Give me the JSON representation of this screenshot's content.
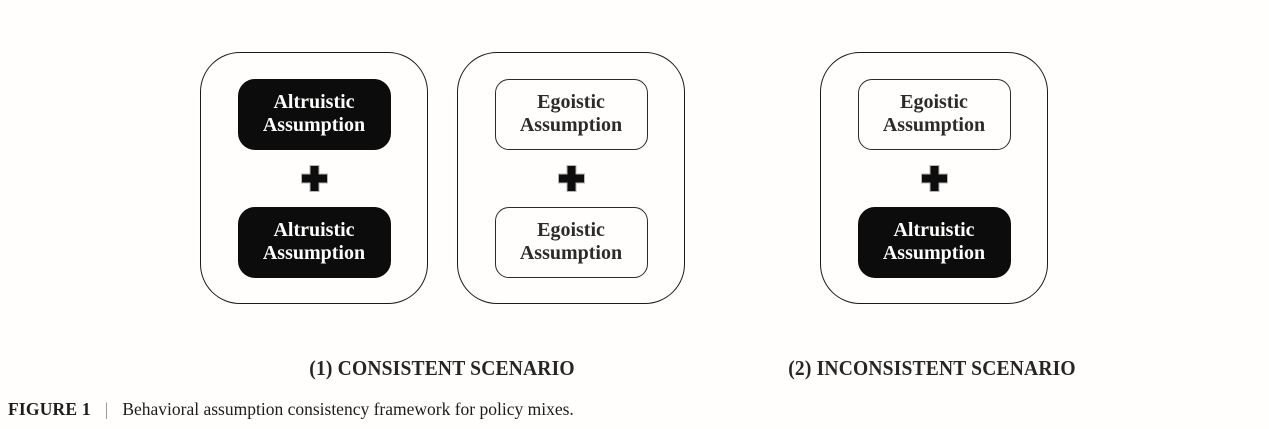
{
  "figure_caption": {
    "label": "FIGURE 1",
    "separator": "|",
    "text": "Behavioral assumption consistency framework for policy mixes."
  },
  "icons": {
    "plus": "✚"
  },
  "colors": {
    "background": "#fffefc",
    "box_filled_bg": "#0c0c0c",
    "box_filled_text": "#ffffff",
    "box_outline_border": "#2b2b2b",
    "panel_border": "#1b1b1b",
    "label_text": "#252525"
  },
  "scenarios": [
    {
      "label": "(1) CONSISTENT SCENARIO",
      "panels": [
        {
          "boxes": [
            {
              "text": "Altruistic Assumption",
              "variant": "filled"
            },
            {
              "text": "Altruistic Assumption",
              "variant": "filled"
            }
          ]
        },
        {
          "boxes": [
            {
              "text": "Egoistic Assumption",
              "variant": "outline"
            },
            {
              "text": "Egoistic Assumption",
              "variant": "outline"
            }
          ]
        }
      ]
    },
    {
      "label": "(2) INCONSISTENT SCENARIO",
      "panels": [
        {
          "boxes": [
            {
              "text": "Egoistic Assumption",
              "variant": "outline"
            },
            {
              "text": "Altruistic Assumption",
              "variant": "filled"
            }
          ]
        }
      ]
    }
  ]
}
